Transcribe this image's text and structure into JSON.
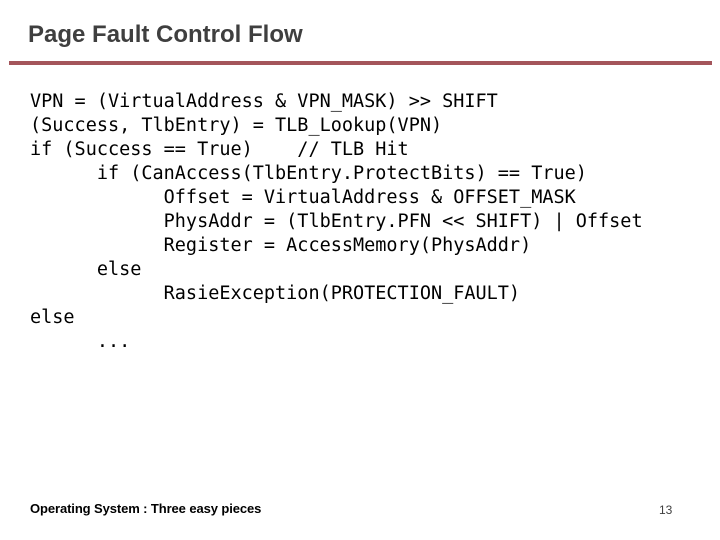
{
  "slide": {
    "title": "Page Fault Control Flow",
    "footer": "Operating System : Three easy pieces",
    "page_number": "13"
  },
  "colors": {
    "title_text": "#3f3f3f",
    "title_rule": "#a4555b",
    "code_text": "#000000",
    "background": "#ffffff"
  },
  "code": {
    "language": "pseudocode",
    "lines": [
      "VPN = (VirtualAddress & VPN_MASK) >> SHIFT",
      "(Success, TlbEntry) = TLB_Lookup(VPN)",
      "if (Success == True)    // TLB Hit",
      "      if (CanAccess(TlbEntry.ProtectBits) == True)",
      "            Offset = VirtualAddress & OFFSET_MASK",
      "            PhysAddr = (TlbEntry.PFN << SHIFT) | Offset",
      "            Register = AccessMemory(PhysAddr)",
      "      else",
      "            RasieException(PROTECTION_FAULT)",
      "else",
      "      ..."
    ]
  }
}
